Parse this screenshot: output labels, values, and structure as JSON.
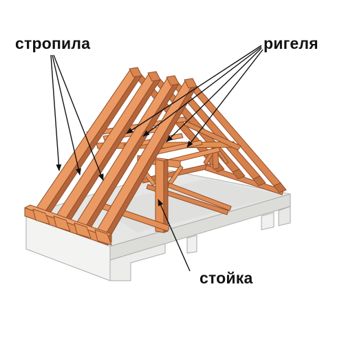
{
  "labels": {
    "rafters": "стропила",
    "crossbeams": "ригеля",
    "post": "стойка"
  },
  "colors": {
    "timber": "#e08850",
    "timber_light": "#ec9b62",
    "timber_dark": "#b5653a",
    "timber_edge": "#8f4d2a",
    "slab_top": "#e7e7e5",
    "slab_front": "#f2f2f0",
    "slab_side": "#d6d6d3",
    "slab_edge": "#a9a9a6",
    "text": "#111111"
  }
}
